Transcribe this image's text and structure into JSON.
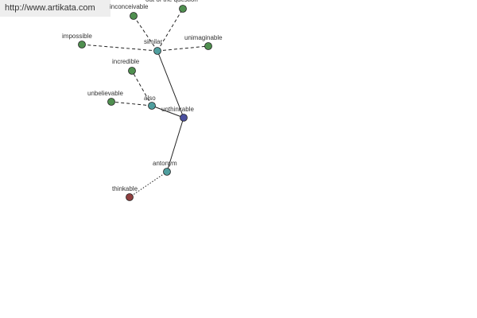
{
  "banner": {
    "url_text": "http://www.artikata.com"
  },
  "colors": {
    "center": "#4a4f9e",
    "relation": "#4f9e9e",
    "leaf": "#4f8f4f",
    "antonym_leaf": "#8f3f3f",
    "edge": "#222222"
  },
  "graph": {
    "nodes": [
      {
        "id": "unthinkable",
        "label": "unthinkable",
        "kind": "center"
      },
      {
        "id": "similar",
        "label": "similar",
        "kind": "relation"
      },
      {
        "id": "also",
        "label": "also",
        "kind": "relation"
      },
      {
        "id": "antonym",
        "label": "antonym",
        "kind": "relation"
      },
      {
        "id": "inconceivable",
        "label": "inconceivable",
        "kind": "leaf"
      },
      {
        "id": "out-of-the-question",
        "label": "out of the question",
        "kind": "leaf"
      },
      {
        "id": "impossible",
        "label": "impossible",
        "kind": "leaf"
      },
      {
        "id": "unimaginable",
        "label": "unimaginable",
        "kind": "leaf"
      },
      {
        "id": "incredible",
        "label": "incredible",
        "kind": "leaf"
      },
      {
        "id": "unbelievable",
        "label": "unbelievable",
        "kind": "leaf"
      },
      {
        "id": "thinkable",
        "label": "thinkable",
        "kind": "antonym_leaf"
      }
    ],
    "edges": [
      {
        "from": "unthinkable",
        "to": "similar",
        "style": "solid"
      },
      {
        "from": "unthinkable",
        "to": "also",
        "style": "solid"
      },
      {
        "from": "unthinkable",
        "to": "antonym",
        "style": "solid"
      },
      {
        "from": "similar",
        "to": "inconceivable",
        "style": "dashed"
      },
      {
        "from": "similar",
        "to": "out-of-the-question",
        "style": "dashed"
      },
      {
        "from": "similar",
        "to": "impossible",
        "style": "dashed"
      },
      {
        "from": "similar",
        "to": "unimaginable",
        "style": "dashed"
      },
      {
        "from": "also",
        "to": "incredible",
        "style": "dashed"
      },
      {
        "from": "also",
        "to": "unbelievable",
        "style": "dashed"
      },
      {
        "from": "antonym",
        "to": "thinkable",
        "style": "dotted"
      }
    ]
  }
}
